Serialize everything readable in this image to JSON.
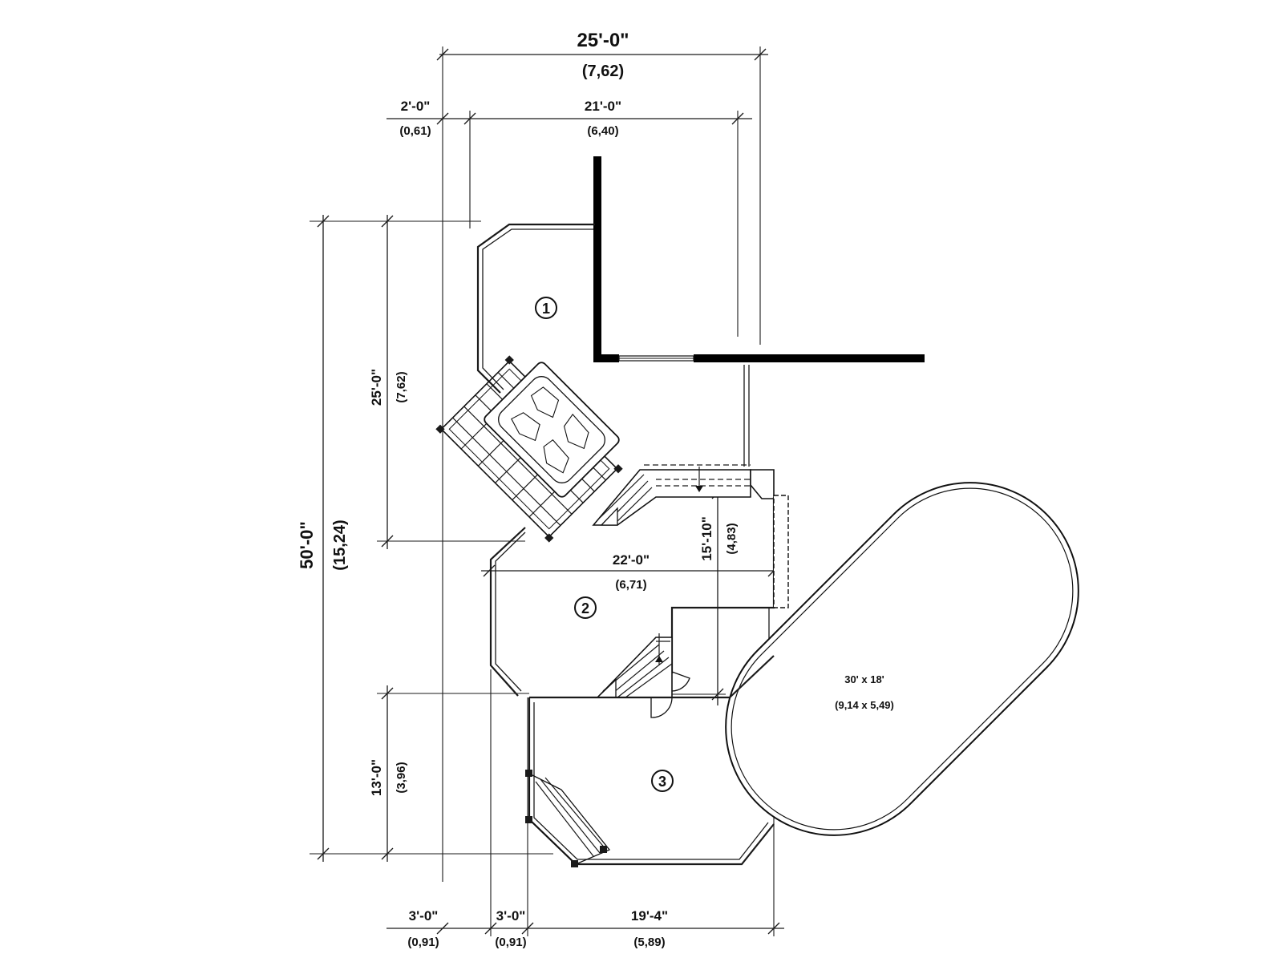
{
  "dimensions": {
    "overall_width": {
      "imperial": "25'-0\"",
      "metric": "(7,62)"
    },
    "left_offset_top": {
      "imperial": "2'-0\"",
      "metric": "(0,61)"
    },
    "deck1_width": {
      "imperial": "21'-0\"",
      "metric": "(6,40)"
    },
    "deck1_depth": {
      "imperial": "25'-0\"",
      "metric": "(7,62)"
    },
    "overall_depth": {
      "imperial": "50'-0\"",
      "metric": "(15,24)"
    },
    "deck2_width": {
      "imperial": "22'-0\"",
      "metric": "(6,71)"
    },
    "deck2_depth": {
      "imperial": "15'-10\"",
      "metric": "(4,83)"
    },
    "deck3_depth": {
      "imperial": "13'-0\"",
      "metric": "(3,96)"
    },
    "bottom_left_offset": {
      "imperial": "3'-0\"",
      "metric": "(0,91)"
    },
    "bottom_mid_offset": {
      "imperial": "3'-0\"",
      "metric": "(0,91)"
    },
    "deck3_width": {
      "imperial": "19'-4\"",
      "metric": "(5,89)"
    }
  },
  "decks": [
    {
      "number": "1"
    },
    {
      "number": "2"
    },
    {
      "number": "3"
    }
  ],
  "pool": {
    "size_imperial": "30' x 18'",
    "size_metric": "(9,14 x 5,49)"
  }
}
